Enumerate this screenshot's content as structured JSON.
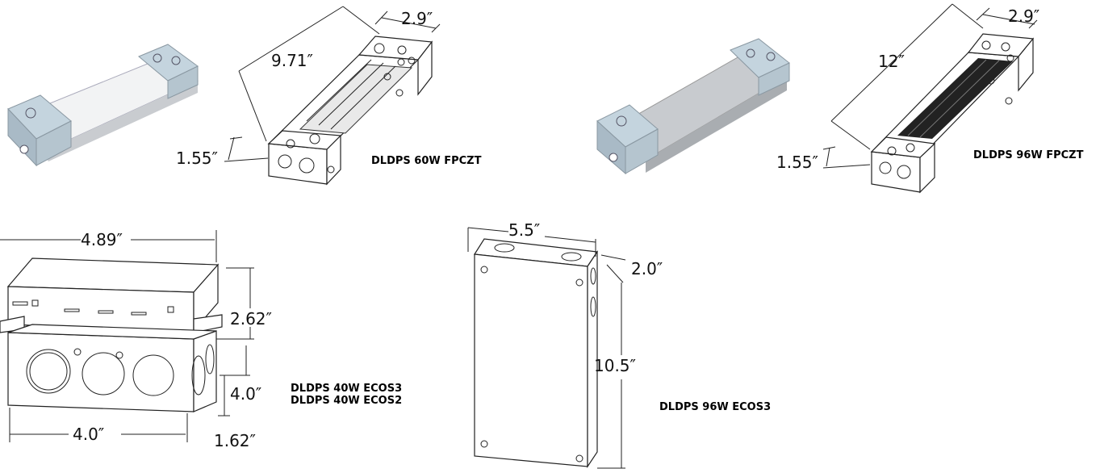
{
  "products": [
    {
      "model": "DLDPS 60W FPCZT",
      "dimensions": {
        "length": "9.71″",
        "width": "2.9″",
        "height": "1.55″"
      }
    },
    {
      "model": "DLDPS 96W FPCZT",
      "dimensions": {
        "length": "12″",
        "width": "2.9″",
        "height": "1.55″"
      }
    },
    {
      "models": [
        "DLDPS 40W ECOS3",
        "DLDPS 40W ECOS2"
      ],
      "dimensions": {
        "top_width": "4.89″",
        "upper_height": "2.62″",
        "depth": "4.0″",
        "bottom_width": "4.0″",
        "lower_height": "1.62″"
      }
    },
    {
      "model": "DLDPS 96W ECOS3",
      "dimensions": {
        "width": "5.5″",
        "depth": "2.0″",
        "height": "10.5″"
      }
    }
  ],
  "colors": {
    "metal": "#c9d3da",
    "metal_dark": "#9aa4ab",
    "housing": "#e6e8ea",
    "housing_grey": "#b8bcbf",
    "line": "#222222"
  }
}
